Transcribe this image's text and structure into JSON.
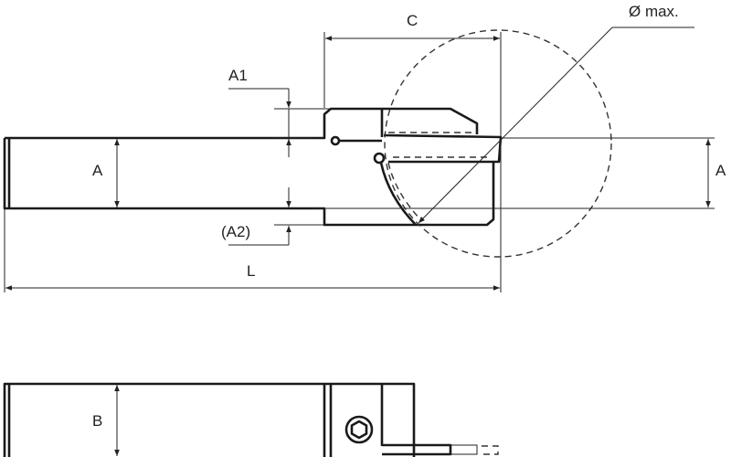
{
  "title": "Grooving tool holder dimension drawing",
  "labels": {
    "c": "C",
    "a1": "A1",
    "a_left": "A",
    "a_right": "A",
    "a2": "(A2)",
    "l": "L",
    "d_max": "Ø max.",
    "b": "B"
  },
  "colors": {
    "line": "#1a1a1a",
    "background": "#ffffff"
  }
}
